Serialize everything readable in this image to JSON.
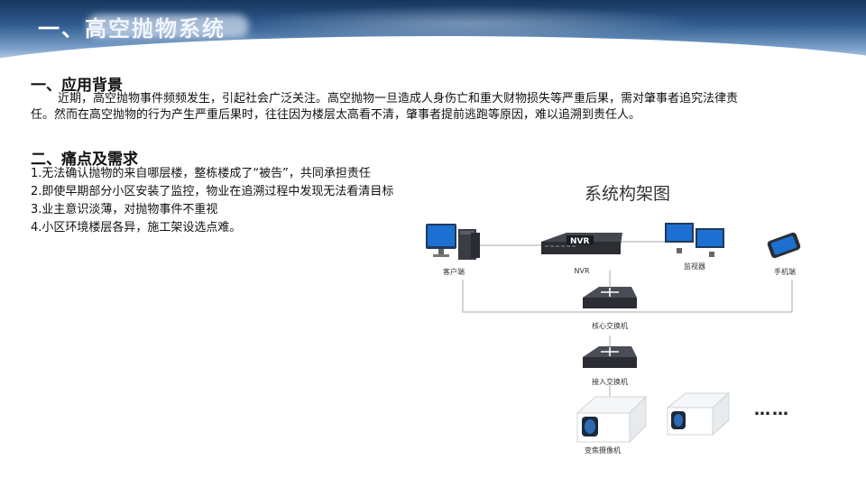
{
  "header": {
    "title": "一、高空抛物系统"
  },
  "section1": {
    "heading": "一、应用背景",
    "body": "近期，高空抛物事件频频发生，引起社会广泛关注。高空抛物一旦造成人身伤亡和重大财物损失等严重后果，需对肇事者追究法律责任。然而在高空抛物的行为产生严重后果时，往往因为楼层太高看不清，肇事者提前逃跑等原因，难以追溯到责任人。"
  },
  "section2": {
    "heading": "二、痛点及需求",
    "items": [
      "1.无法确认抛物的来自哪层楼，整栋楼成了“被告”，共同承担责任",
      "2.即使早期部分小区安装了监控，物业在追溯过程中发现无法看清目标",
      "3.业主意识淡薄，对抛物事件不重视",
      "4.小区环境楼层各异，施工架设选点难。"
    ]
  },
  "diagram": {
    "title": "系统构架图",
    "nvr_badge": "NVR",
    "labels": {
      "client": "客户端",
      "nvr": "NVR",
      "monitor": "监视器",
      "phone": "手机端",
      "core_switch": "核心交换机",
      "access_switch": "接入交换机",
      "camera": "变焦摄像机"
    },
    "ellipsis": "……"
  },
  "colors": {
    "header_dark": "#16365f",
    "header_mid": "#2f5b8f",
    "screen_blue": "#1d6fd1",
    "device_dark": "#2b2d33"
  }
}
